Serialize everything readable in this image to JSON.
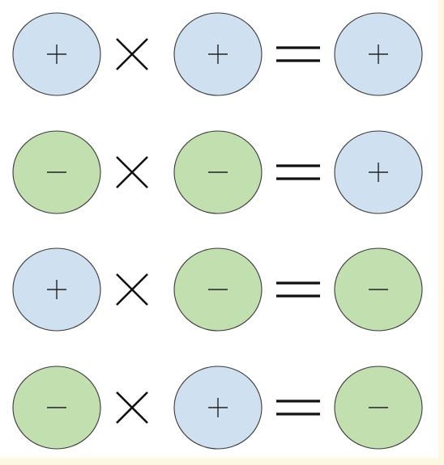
{
  "colors": {
    "positive_fill": "#cfe0f1",
    "negative_fill": "#c2dfb0",
    "outline": "#3a3a3a",
    "operator": "#111111",
    "frame": "#fdf8e1"
  },
  "legend_signs": {
    "plus": "+",
    "minus": "−"
  },
  "operators": {
    "times": "multiply",
    "equals": "equals"
  },
  "rows": [
    {
      "a": "plus",
      "b": "plus",
      "result": "plus"
    },
    {
      "a": "minus",
      "b": "minus",
      "result": "plus"
    },
    {
      "a": "plus",
      "b": "minus",
      "result": "minus"
    },
    {
      "a": "minus",
      "b": "plus",
      "result": "minus"
    }
  ]
}
